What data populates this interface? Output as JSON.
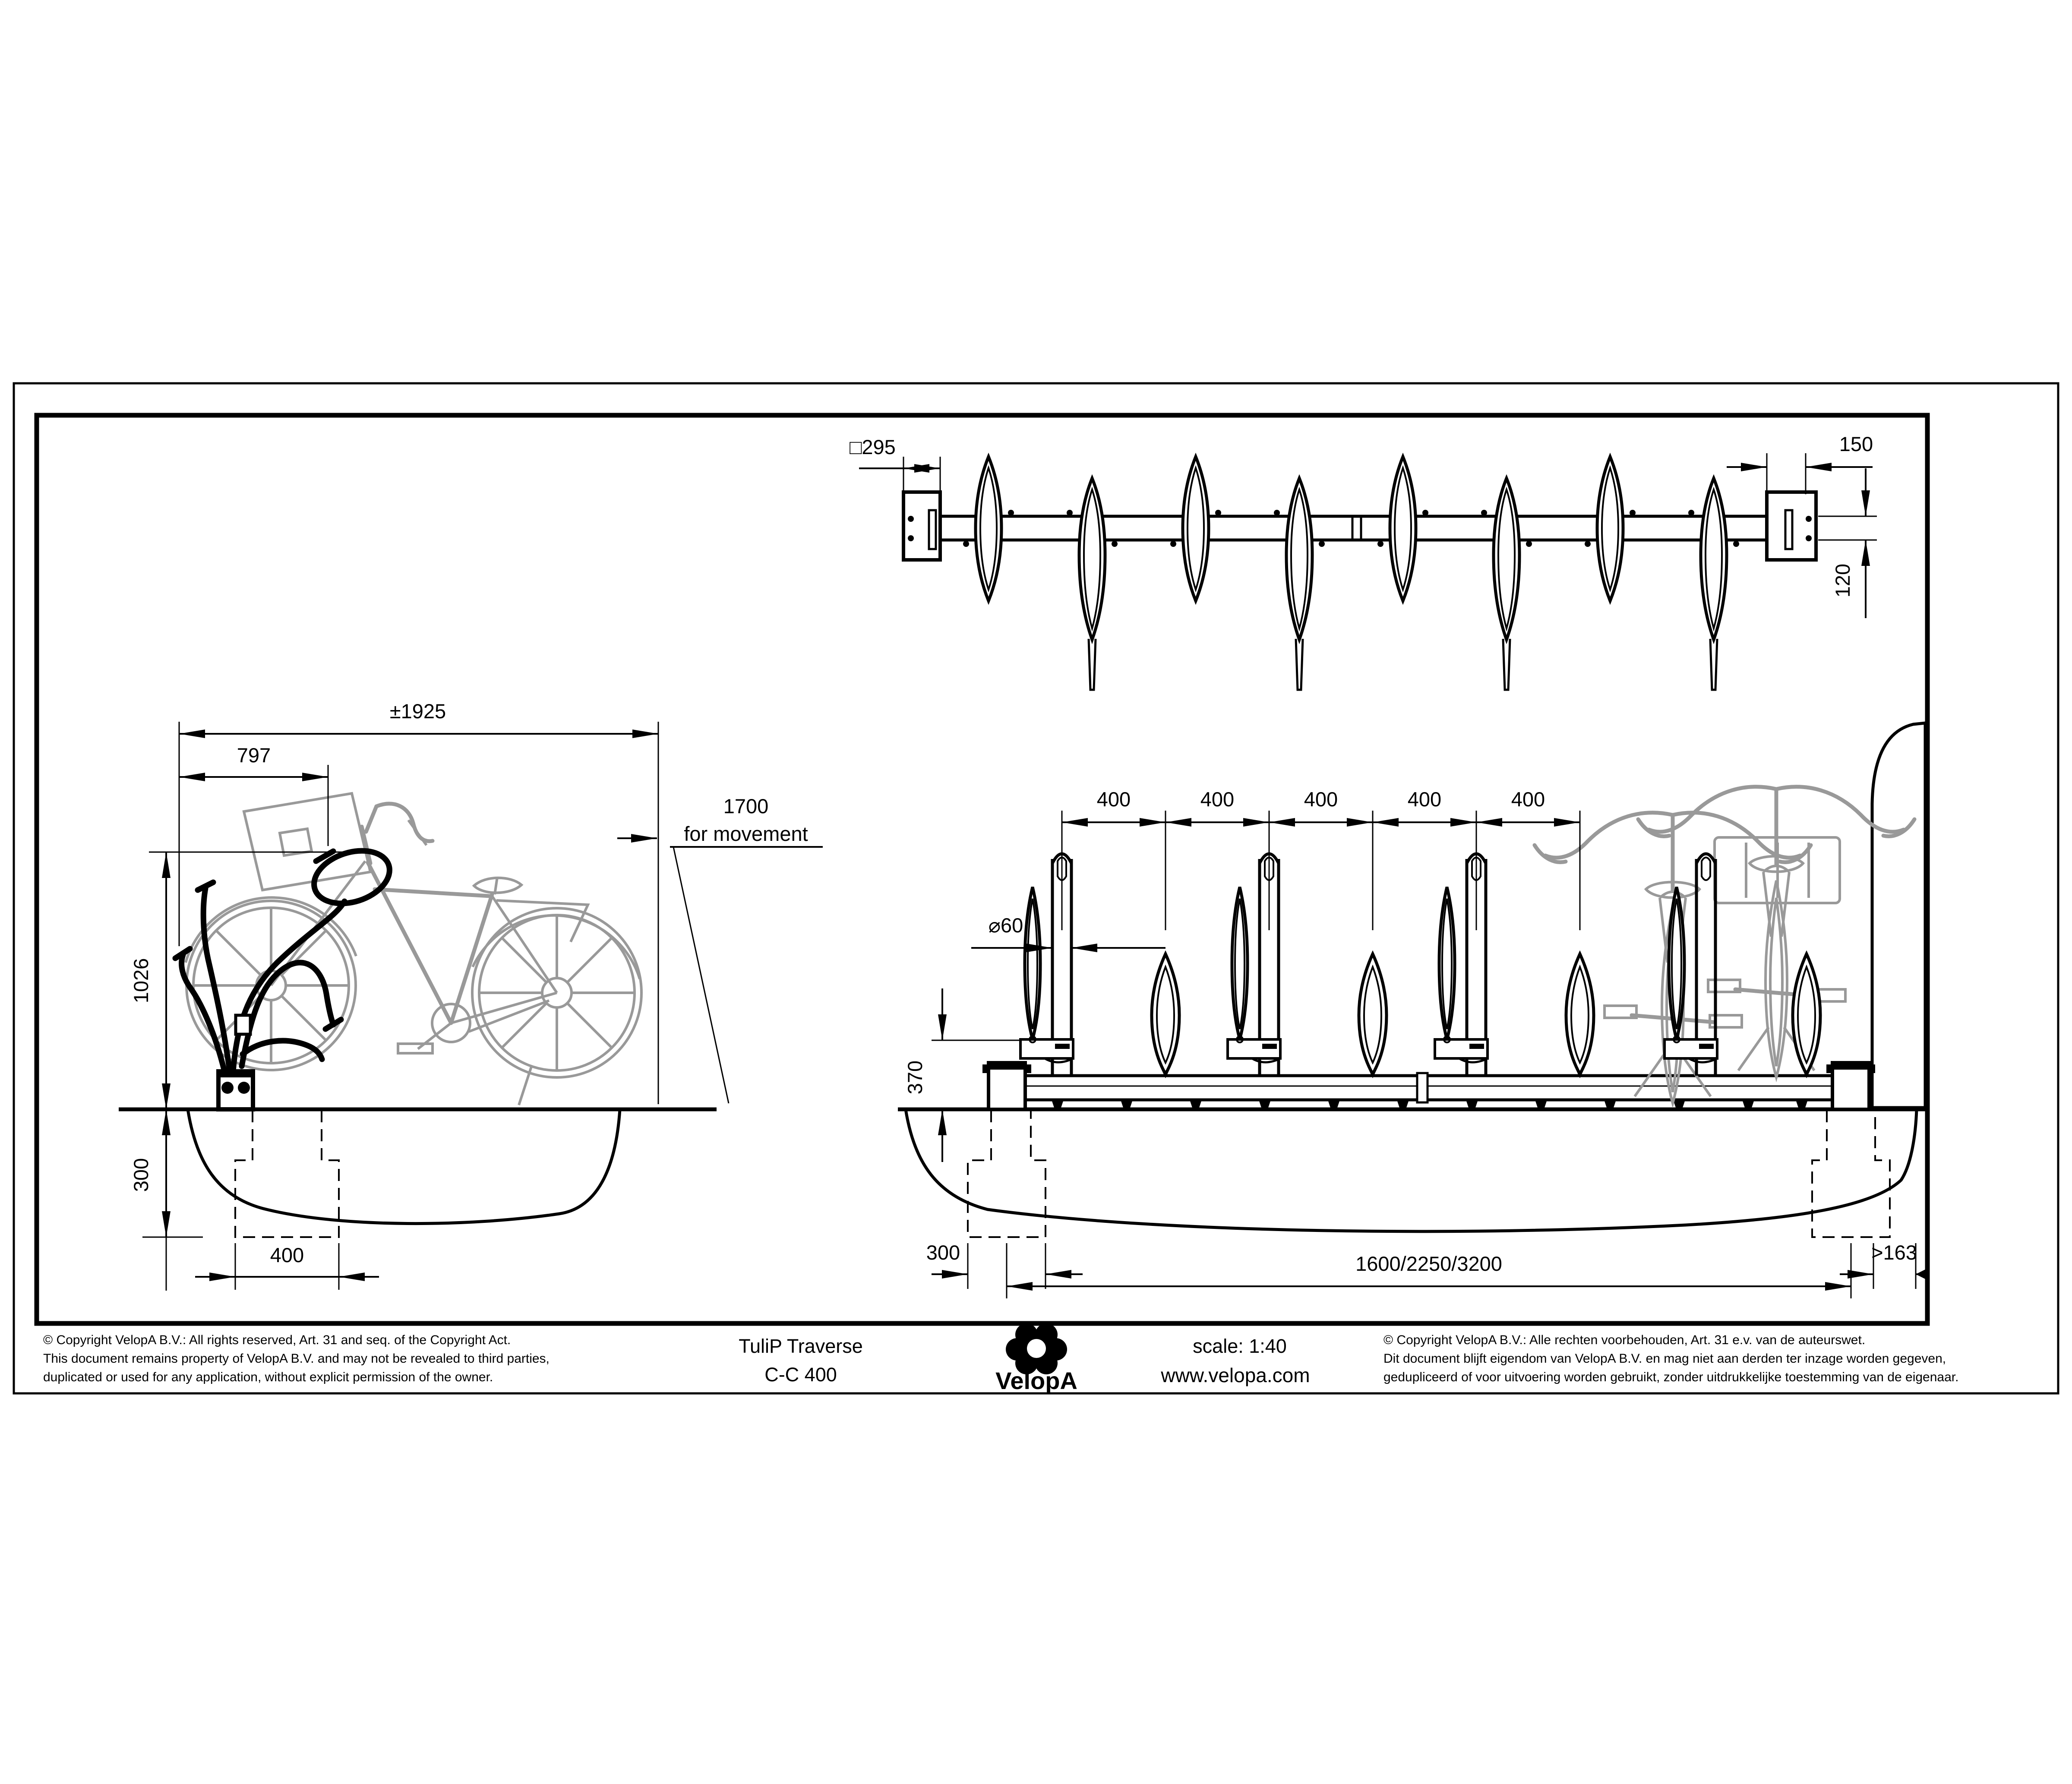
{
  "title_block": {
    "copyright_en": [
      "©  Copyright VelopA B.V.: All rights reserved, Art. 31 and seq. of the Copyright Act.",
      "This document remains property of VelopA B.V. and may not be revealed to third parties,",
      "duplicated or used for any application, without explicit permission of the owner."
    ],
    "product_line1": "TuliP Traverse",
    "product_line2": "C-C 400",
    "logo_text": "VelopA",
    "scale_label": "scale: 1:40",
    "website": "www.velopa.com",
    "copyright_nl": [
      "©  Copyright VelopA B.V.: Alle rechten voorbehouden, Art. 31 e.v. van de auteurswet.",
      "Dit document blijft eigendom van VelopA B.V. en mag niet aan derden ter inzage worden gegeven,",
      "gedupliceerd of voor uitvoering worden gebruikt, zonder uitdrukkelijke toestemming van de eigenaar."
    ]
  },
  "dims": {
    "plate_size": "□295",
    "top_width": "150",
    "top_depth": "120",
    "total_length": "±1925",
    "front_length": "797",
    "movement_line1": "1700",
    "movement_line2": "for movement",
    "rack_height": "1026",
    "foundation_depth_side": "300",
    "foundation_width_side": "400",
    "spacing": [
      "400",
      "400",
      "400",
      "400",
      "400"
    ],
    "tube_diameter": "⌀60",
    "low_height": "370",
    "foundation_width_front": "300",
    "length_options": "1600/2250/3200",
    "wall_clearance": ">163"
  },
  "colors": {
    "ink": "#000000",
    "bike_gray": "#999999",
    "background": "#ffffff"
  }
}
